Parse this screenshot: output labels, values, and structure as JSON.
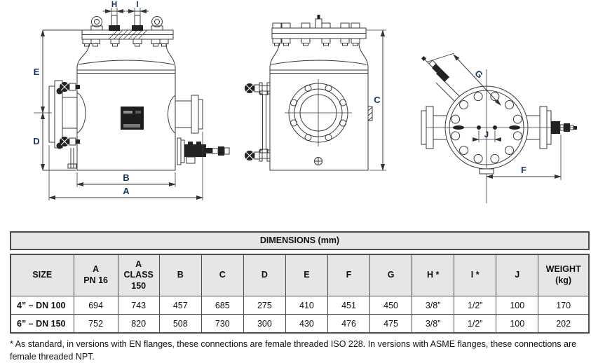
{
  "colors": {
    "accent": "#17365d",
    "line": "#3a3a3a",
    "border": "#4d4d4d",
    "headerbg": "#e6e6e6"
  },
  "drawing": {
    "description": "Three orthographic views of a flanged basket strainer vessel with dimension callouts",
    "dimension_labels": {
      "H": "H",
      "I": "I",
      "E": "E",
      "D": "D",
      "B": "B",
      "A": "A",
      "C": "C",
      "G": "G",
      "J": "J",
      "F": "F"
    }
  },
  "table": {
    "title": "DIMENSIONS (mm)",
    "columns": [
      "SIZE",
      "A\nPN 16",
      "A\nCLASS\n150",
      "B",
      "C",
      "D",
      "E",
      "F",
      "G",
      "H *",
      "I *",
      "J",
      "WEIGHT\n(kg)"
    ],
    "rows": [
      [
        "4” – DN 100",
        "694",
        "743",
        "457",
        "685",
        "275",
        "410",
        "451",
        "450",
        "3/8”",
        "1/2”",
        "100",
        "170"
      ],
      [
        "6” – DN 150",
        "752",
        "820",
        "508",
        "730",
        "300",
        "430",
        "476",
        "475",
        "3/8”",
        "1/2”",
        "100",
        "202"
      ]
    ]
  },
  "footnote": "* As standard, in versions with EN flanges, these connections are female threaded ISO 228. In versions with ASME flanges, these connections are female threaded NPT."
}
